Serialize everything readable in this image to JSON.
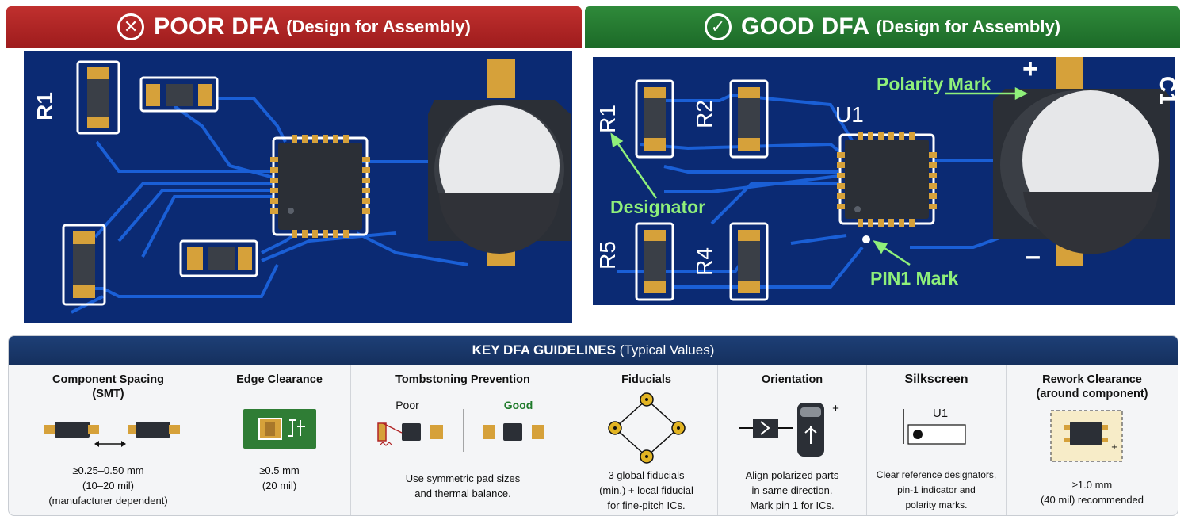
{
  "poor": {
    "icon": "x-circle-icon",
    "title": "POOR DFA",
    "subtitle": "(Design for Assembly)",
    "labels": {
      "r1": "R1"
    }
  },
  "good": {
    "icon": "check-circle-icon",
    "title": "GOOD DFA",
    "subtitle": "(Design for Assembly)",
    "labels": {
      "r1": "R1",
      "r2": "R2",
      "r4": "R4",
      "r5": "R5",
      "u1": "U1",
      "c1": "C1",
      "plus": "+",
      "minus": "–"
    },
    "annotations": {
      "polarity": "Polarity Mark",
      "designator": "Designator",
      "pin1": "PIN1 Mark"
    }
  },
  "guidelines": {
    "header_bold": "KEY DFA GUIDELINES",
    "header_rest": "(Typical Values)",
    "columns": [
      {
        "title_1": "Component Spacing",
        "title_2": "(SMT)",
        "lines": [
          "≥0.25–0.50 mm",
          "(10–20 mil)",
          "(manufacturer dependent)"
        ]
      },
      {
        "title_1": "Edge Clearance",
        "lines": [
          "≥0.5 mm",
          "(20 mil)"
        ]
      },
      {
        "title_1": "Tombstoning Prevention",
        "poor": "Poor",
        "good": "Good",
        "lines": [
          "Use symmetric pad sizes",
          "and thermal balance."
        ]
      },
      {
        "title_1": "Fiducials",
        "lines": [
          "3 global fiducials",
          "(min.) + local fiducial",
          "for fine-pitch ICs."
        ]
      },
      {
        "title_1": "Orientation",
        "plus": "+",
        "lines": [
          "Align polarized parts",
          "in same direction.",
          "Mark pin 1 for ICs."
        ]
      },
      {
        "title_1": "Silkscreen",
        "ref": "U1",
        "lines": [
          "Clear reference designators,",
          "pin-1 indicator and",
          "polarity marks."
        ]
      },
      {
        "title_1": "Rework Clearance",
        "title_2": "(around component)",
        "plus": "+",
        "lines": [
          "≥1.0 mm",
          "(40 mil) recommended"
        ]
      }
    ]
  },
  "colors": {
    "poor_banner": "#b02526",
    "good_banner": "#237a31",
    "board": "#0b2a73",
    "trace": "#1a5fd6",
    "pad": "#d6a13a",
    "annotation": "#8ff07a",
    "header": "#1a386b"
  }
}
